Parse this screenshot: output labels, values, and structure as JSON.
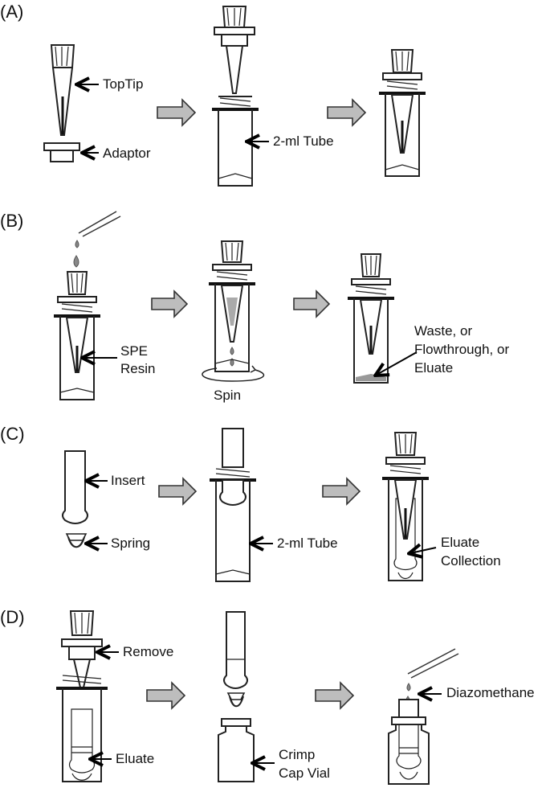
{
  "panels": {
    "a": {
      "label": "(A)",
      "toptip_label": "TopTip",
      "adaptor_label": "Adaptor",
      "tube_label": "2-ml Tube"
    },
    "b": {
      "label": "(B)",
      "resin_label_line1": "SPE",
      "resin_label_line2": "Resin",
      "spin_label": "Spin",
      "outflow_line1": "Waste, or",
      "outflow_line2": "Flowthrough, or",
      "outflow_line3": "Eluate"
    },
    "c": {
      "label": "(C)",
      "insert_label": "Insert",
      "spring_label": "Spring",
      "tube_label": "2-ml Tube",
      "collection_line1": "Eluate",
      "collection_line2": "Collection"
    },
    "d": {
      "label": "(D)",
      "remove_label": "Remove",
      "eluate_label": "Eluate",
      "vial_line1": "Crimp",
      "vial_line2": "Cap Vial",
      "reagent_label": "Diazomethane"
    }
  },
  "colors": {
    "arrow_fill": "#bdbdbd",
    "liquid": "#888888",
    "line": "#222222"
  }
}
